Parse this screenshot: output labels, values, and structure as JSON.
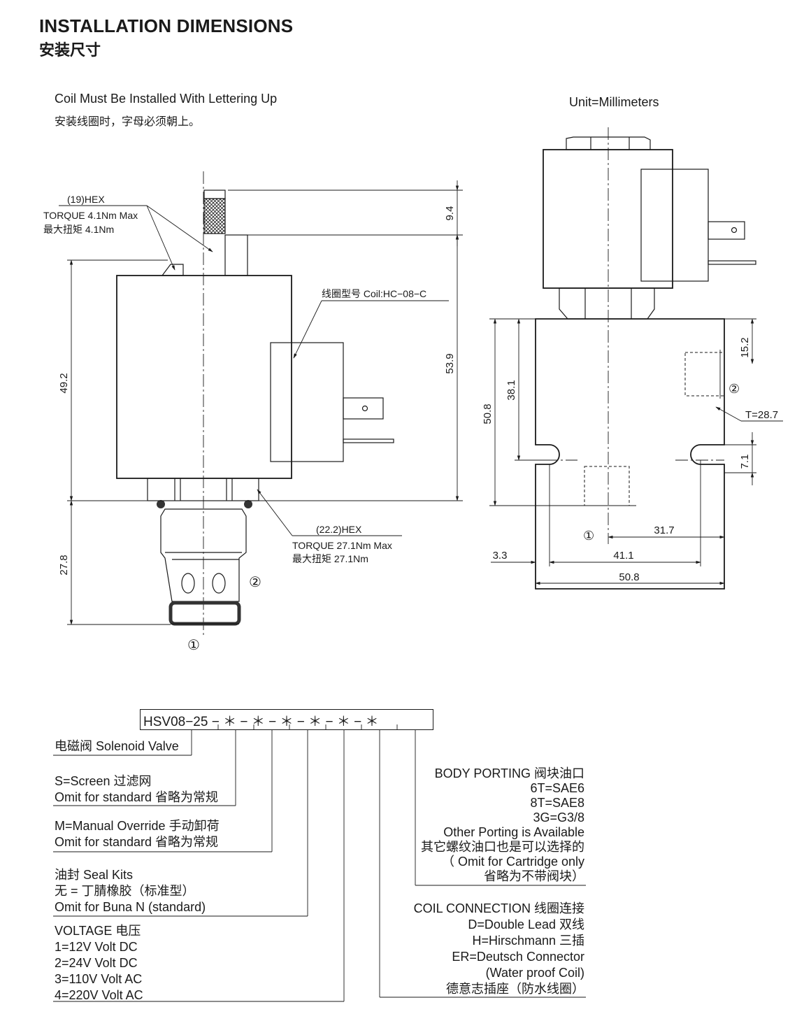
{
  "header": {
    "title_en": "INSTALLATION DIMENSIONS",
    "title_cn": "安装尺寸"
  },
  "notes": {
    "lettering_en": "Coil Must Be Installed With Lettering Up",
    "lettering_cn": "安装线圈时，字母必须朝上。",
    "unit": "Unit=Millimeters"
  },
  "side_view": {
    "hex_top": "(19)HEX",
    "torque_top_en": "TORQUE 4.1Nm Max",
    "torque_top_cn": "最大扭矩 4.1Nm",
    "coil_label": "线圈型号 Coil:HC−08−C",
    "hex_bottom": "(22.2)HEX",
    "torque_bottom_en": "TORQUE 27.1Nm Max",
    "torque_bottom_cn": "最大扭矩 27.1Nm",
    "dim_9_4": "9.4",
    "dim_53_9": "53.9",
    "dim_49_2": "49.2",
    "dim_27_8": "27.8",
    "port_1": "①",
    "port_2": "②"
  },
  "front_view": {
    "dim_50_8_v": "50.8",
    "dim_38_1": "38.1",
    "dim_15_2": "15.2",
    "dim_7_1": "7.1",
    "thread": "T=28.7",
    "dim_31_7": "31.7",
    "dim_3_3": "3.3",
    "dim_41_1": "41.1",
    "dim_50_8_h": "50.8",
    "port_1": "①",
    "port_2": "②"
  },
  "ordering": {
    "code": "HSV08−25",
    "separator": "−",
    "star": "＊",
    "solenoid_valve": "电磁阀 Solenoid Valve",
    "screen": [
      "S=Screen 过滤网",
      "Omit for standard 省略为常规"
    ],
    "manual": [
      "M=Manual Override 手动卸荷",
      "Omit for standard 省略为常规"
    ],
    "seal": [
      "油封 Seal Kits",
      "无 = 丁腈橡胶（标准型）",
      "Omit for Buna N (standard)"
    ],
    "voltage": [
      "VOLTAGE 电压",
      "1=12V Volt DC",
      "2=24V Volt DC",
      "3=110V Volt AC",
      "4=220V Volt AC"
    ],
    "porting": [
      "BODY PORTING 阀块油口",
      "6T=SAE6",
      "8T=SAE8",
      "3G=G3/8",
      "Other Porting is Available",
      "其它螺纹油口也是可以选择的",
      "（ Omit for Cartridge only",
      "省略为不带阀块）"
    ],
    "coil_conn": [
      "COIL CONNECTION 线圈连接",
      "D=Double Lead 双线",
      "H=Hirschmann 三插",
      "ER=Deutsch Connector",
      "(Water proof Coil)",
      "德意志插座（防水线圈）"
    ]
  }
}
